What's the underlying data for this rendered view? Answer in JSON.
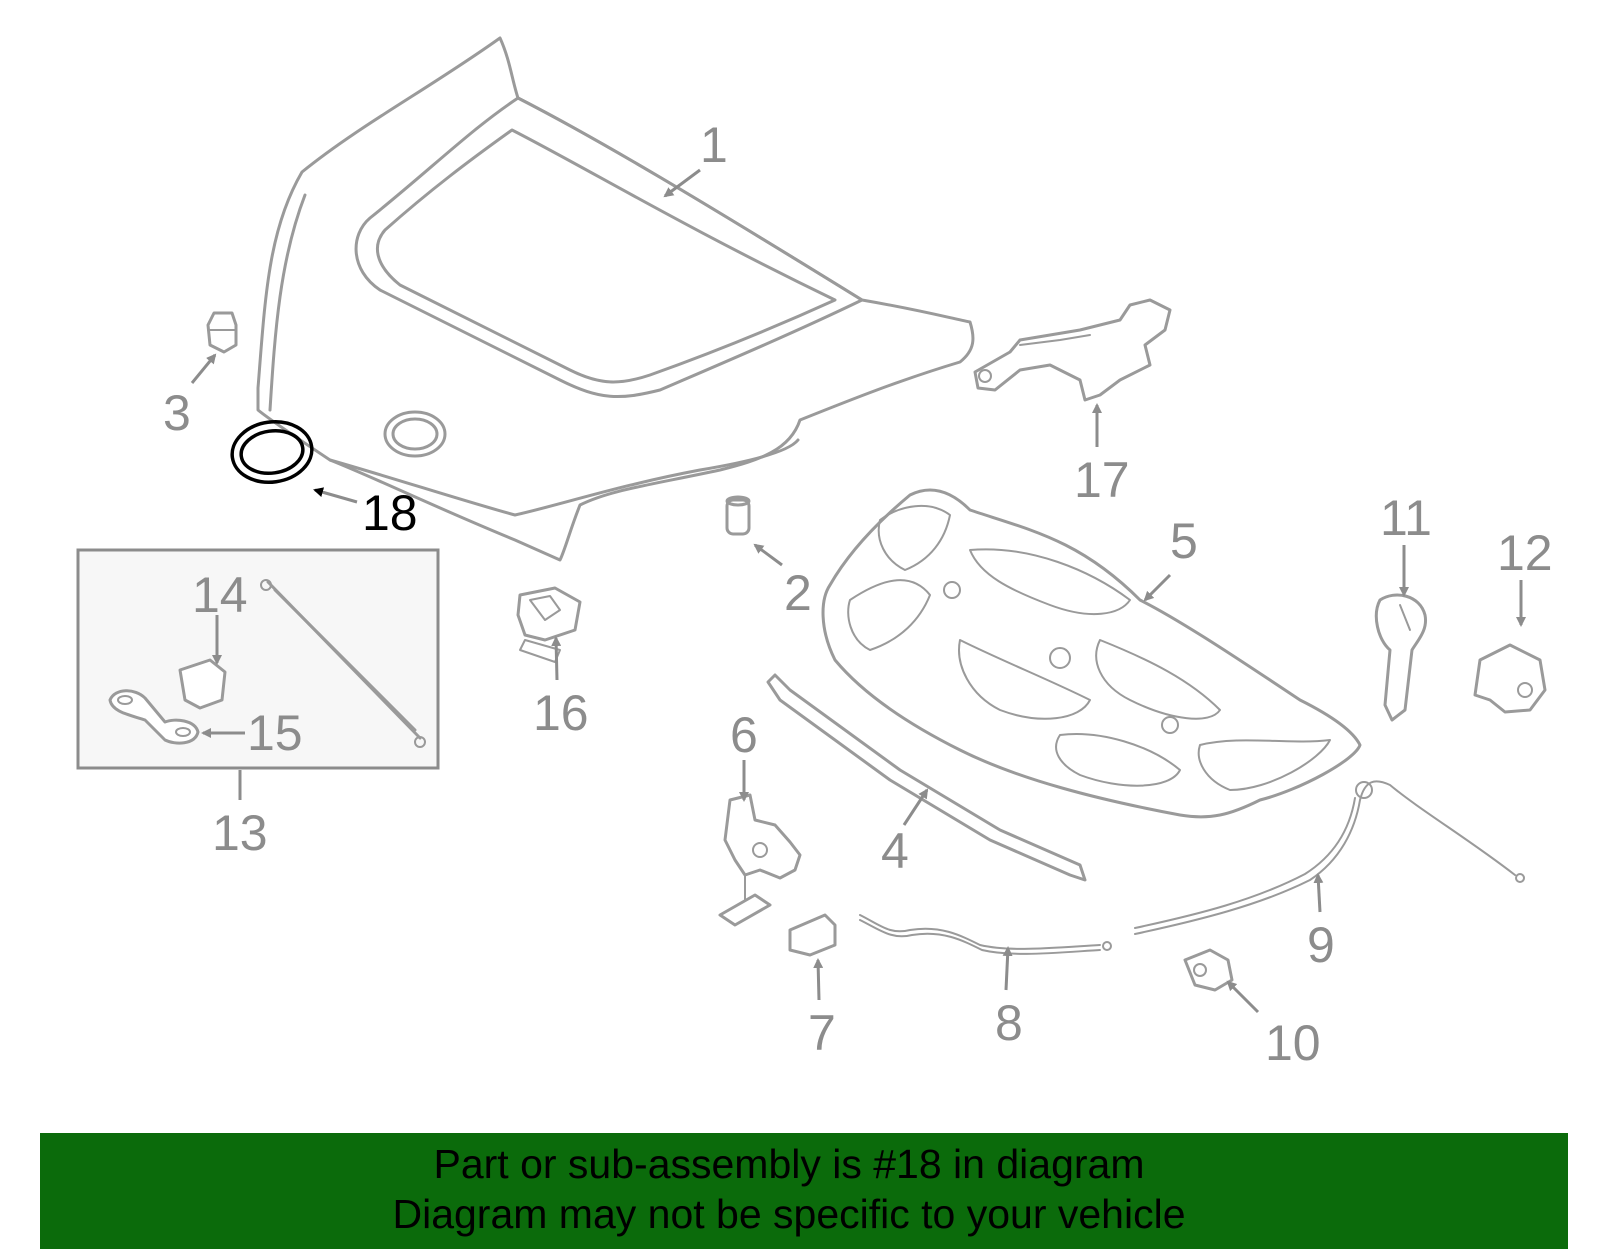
{
  "diagram": {
    "callouts": {
      "c1": "1",
      "c2": "2",
      "c3": "3",
      "c4": "4",
      "c5": "5",
      "c6": "6",
      "c7": "7",
      "c8": "8",
      "c9": "9",
      "c10": "10",
      "c11": "11",
      "c12": "12",
      "c13": "13",
      "c14": "14",
      "c15": "15",
      "c16": "16",
      "c17": "17",
      "c18": "18"
    },
    "highlighted_part": "18",
    "colors": {
      "parts": "#9a9a9a",
      "highlight": "#000000",
      "banner": "#0b6b0b"
    }
  },
  "banner": {
    "line1": "Part or sub-assembly is #18 in diagram",
    "line2": "Diagram may not be specific to your vehicle"
  }
}
